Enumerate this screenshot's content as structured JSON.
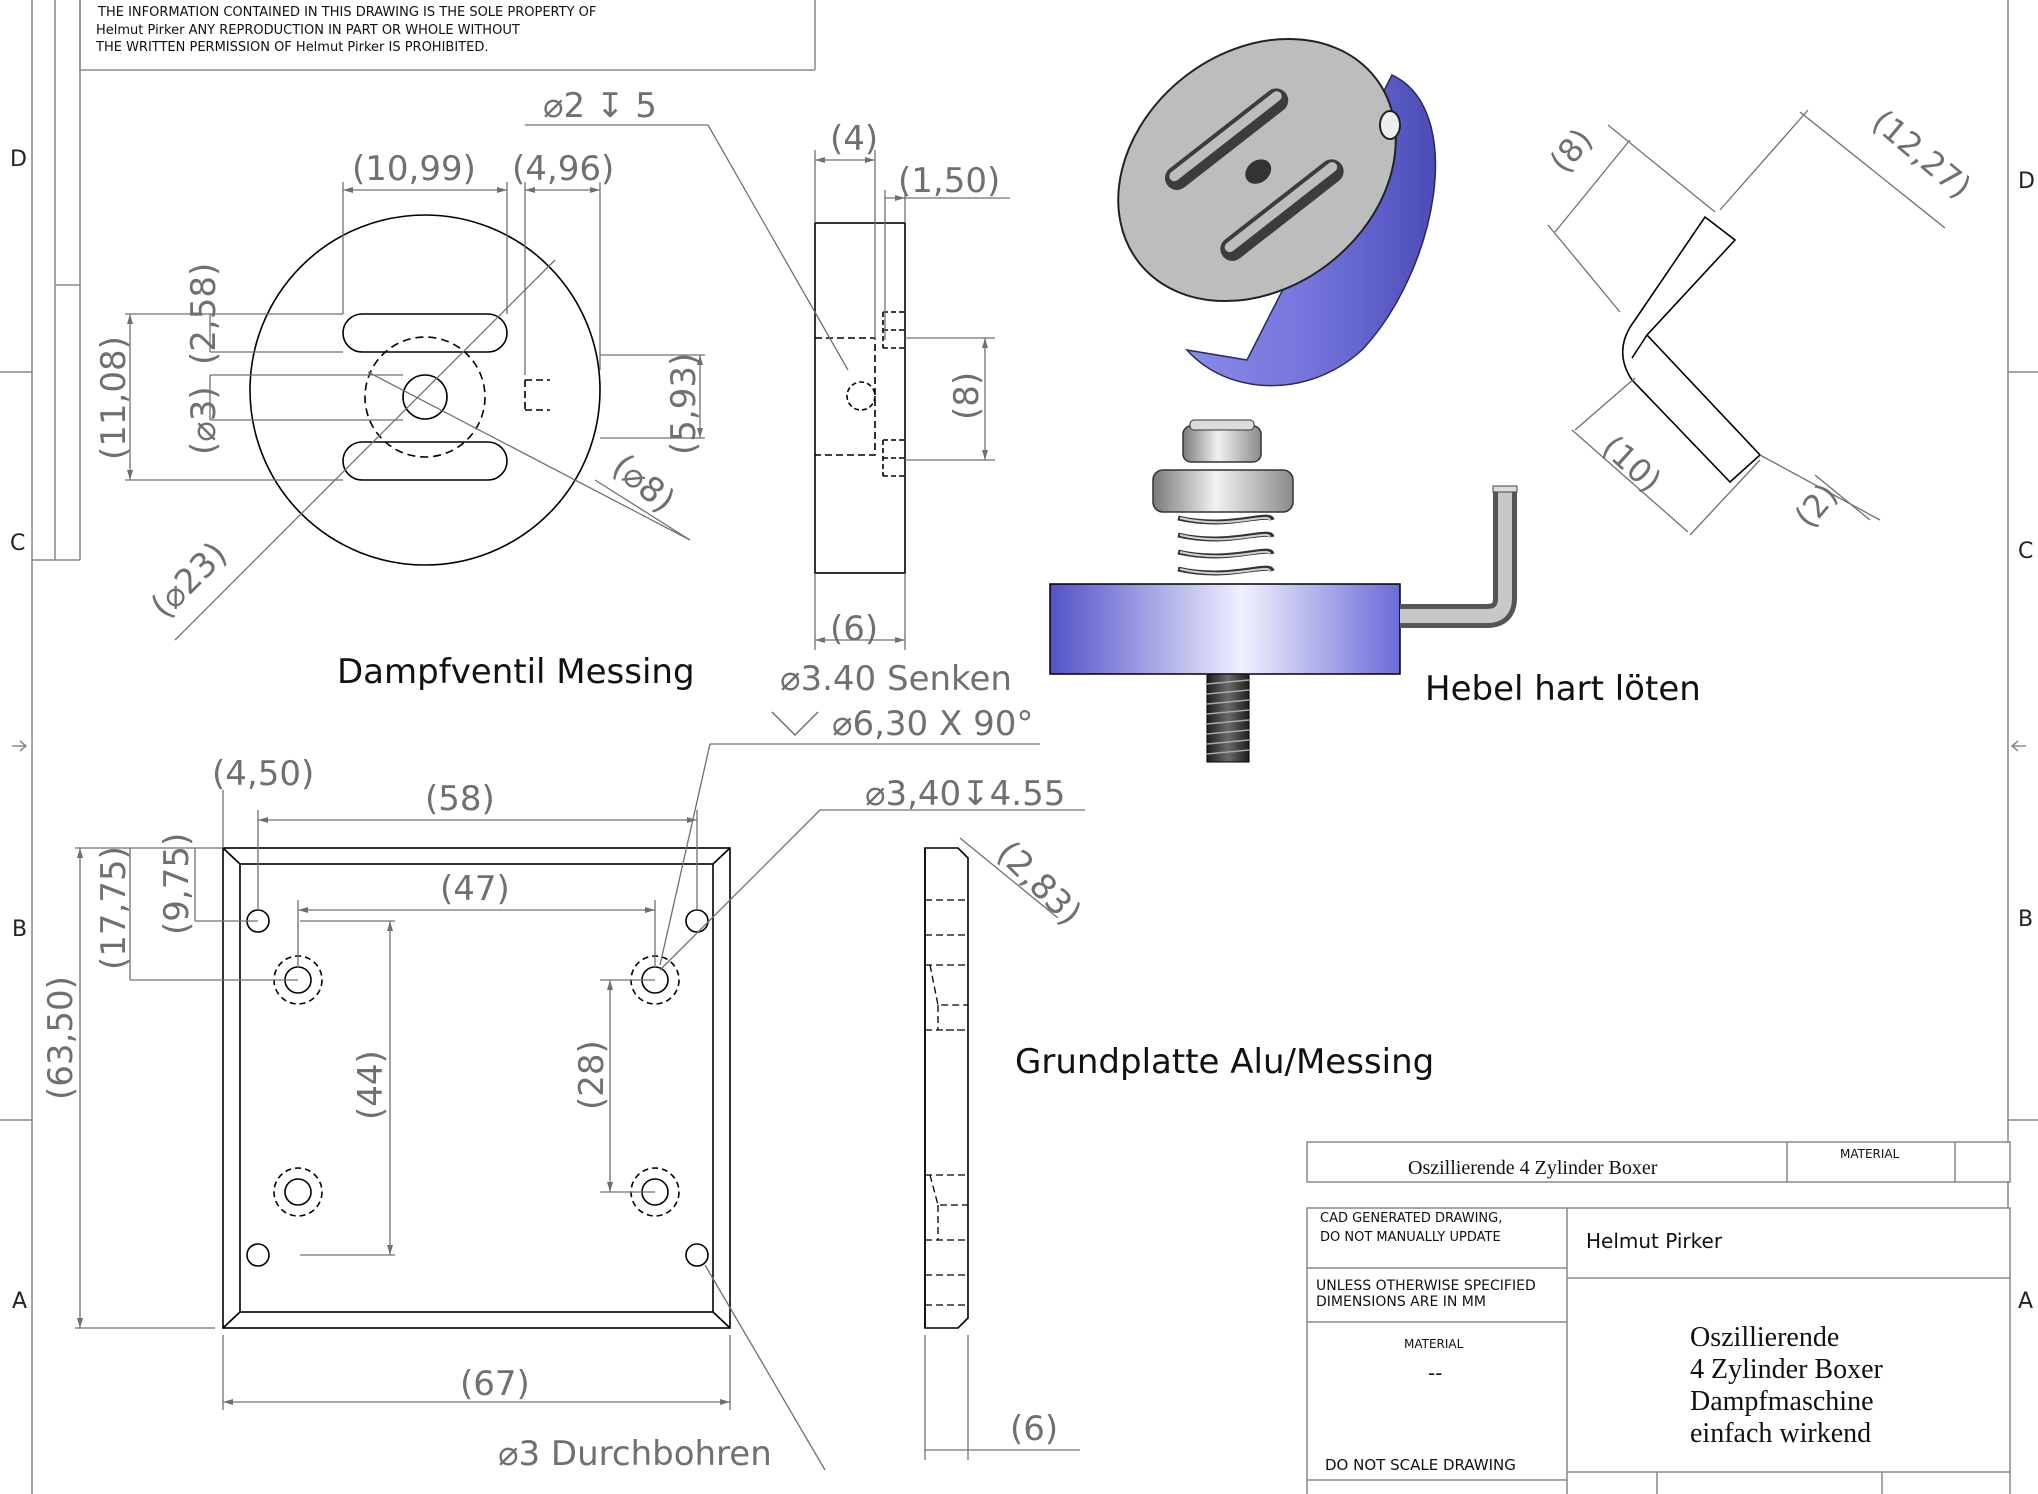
{
  "copyright": {
    "line1": "THE INFORMATION CONTAINED IN THIS DRAWING IS THE SOLE PROPERTY OF",
    "line2": "Helmut Pirker ANY REPRODUCTION IN PART OR WHOLE WITHOUT",
    "line3": "THE WRITTEN PERMISSION OF Helmut Pirker IS PROHIBITED."
  },
  "zones": {
    "left": [
      "D",
      "C",
      "B",
      "A"
    ],
    "right": [
      "D",
      "C",
      "B",
      "A"
    ]
  },
  "valve": {
    "title": "Dampfventil Messing",
    "dims": {
      "d10_99": "(10,99)",
      "d4_96": "(4,96)",
      "d2_58": "(2,58)",
      "d11_08": "(11,08)",
      "dphi3": "(⌀3)",
      "d5_93": "(5,93)",
      "dphi8": "(⌀8)",
      "dphi23": "(⌀23)",
      "hole_note": "⌀2 ↧ 5",
      "side_4": "(4)",
      "side_1_50": "(1,50)",
      "side_8": "(8)",
      "side_6": "(6)"
    }
  },
  "lever": {
    "title": "Hebel hart löten",
    "dims": {
      "d8": "(8)",
      "d12_27": "(12,27)",
      "d10": "(10)",
      "d2": "(2)"
    }
  },
  "base": {
    "title": "Grundplatte Alu/Messing",
    "notes": {
      "countersink1": "⌀3.40 Senken",
      "countersink2": "⌀6,30 X 90°",
      "tapped": "⌀3,40↧4.55",
      "through": "⌀3 Durchbohren"
    },
    "dims": {
      "d4_50": "(4,50)",
      "d58": "(58)",
      "d47": "(47)",
      "d17_75": "(17,75)",
      "d9_75": "(9,75)",
      "d63_50": "(63,50)",
      "d44": "(44)",
      "d28": "(28)",
      "d67": "(67)",
      "d2_83": "(2,83)",
      "d6": "(6)"
    }
  },
  "title_block": {
    "top_title": "Oszillierende 4 Zylinder Boxer",
    "top_material_label": "MATERIAL",
    "cad_note_1": "CAD GENERATED DRAWING,",
    "cad_note_2": "DO NOT MANUALLY UPDATE",
    "author": "Helmut Pirker",
    "units_1": "UNLESS OTHERWISE SPECIFIED",
    "units_2": "DIMENSIONS ARE IN MM",
    "material_label": "MATERIAL",
    "material_value": "--",
    "scale_note": "DO NOT SCALE DRAWING",
    "name_lines": [
      "Oszillierende",
      "4 Zylinder Boxer",
      "Dampfmaschine",
      "einfach wirkend"
    ]
  },
  "colors": {
    "line": "#000000",
    "dim": "#707070",
    "part_blue": "#6d6de0",
    "part_face": "#bdbdbd"
  }
}
